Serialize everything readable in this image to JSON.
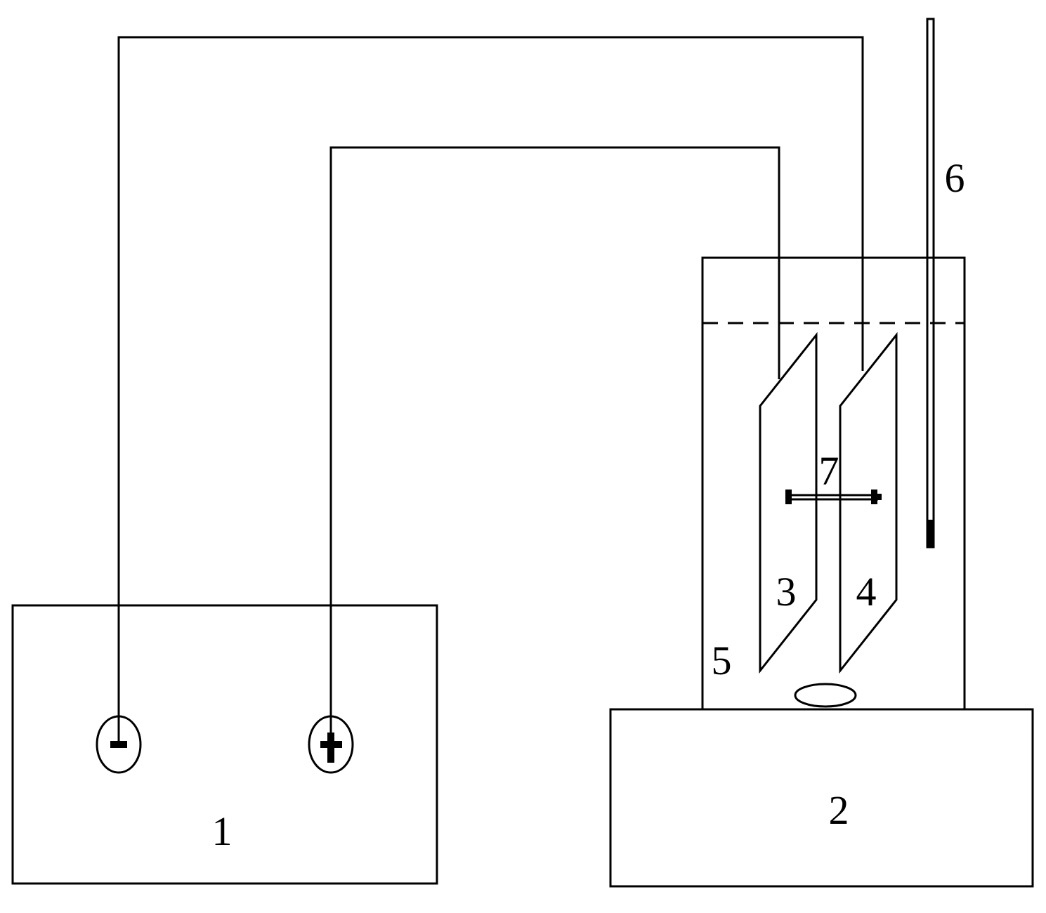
{
  "labels": {
    "power_supply": "1",
    "stirrer_base": "2",
    "electrode_left": "3",
    "electrode_right": "4",
    "vessel": "5",
    "thermometer": "6",
    "connector": "7"
  },
  "terminals": {
    "negative": "-",
    "positive": "+"
  },
  "colors": {
    "line": "#000000",
    "background": "#ffffff"
  }
}
